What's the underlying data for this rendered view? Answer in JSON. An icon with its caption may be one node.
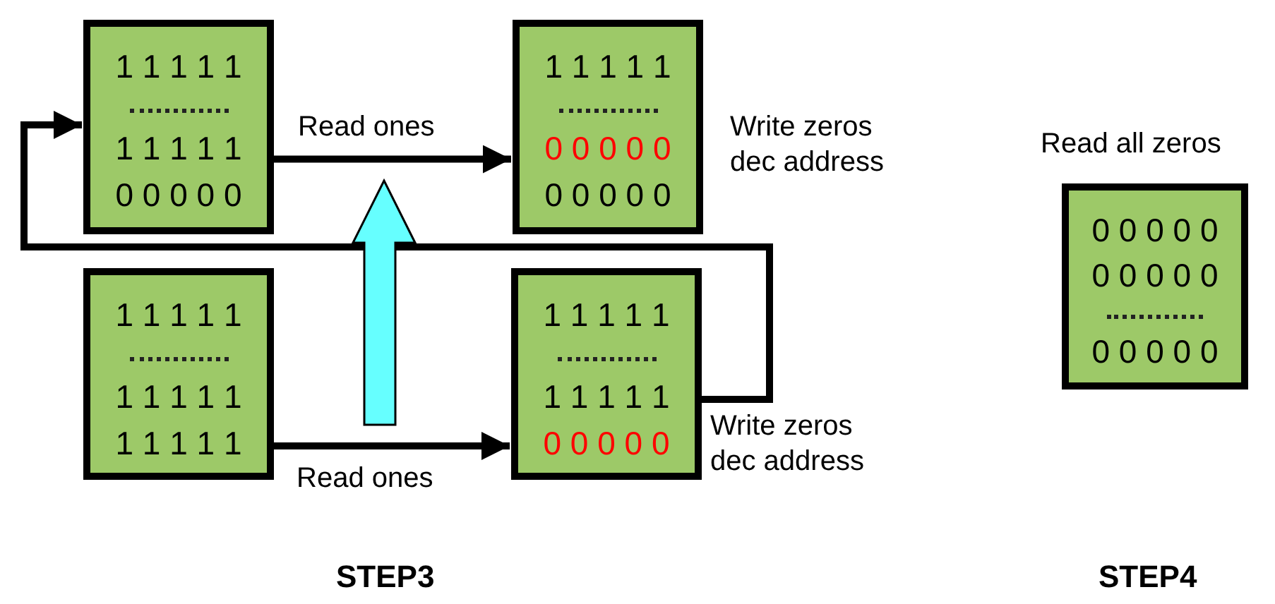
{
  "diagram": {
    "nodes": [
      {
        "text": [
          "1 1 1 1 1",
          "1 1 1 1 1",
          "0 0 0 0 0"
        ]
      },
      {
        "text": [
          "1 1 1 1 1",
          "0 0 0 0 0",
          "0 0 0 0 0"
        ],
        "beside": [
          "Write zeros dec address"
        ]
      },
      {
        "text": [
          "1 1 1 1 1",
          "1 1 1 1 1",
          "1 1 1 1 1"
        ]
      },
      {
        "text": [
          "1 1 1 1 1",
          "1 1 1 1 1",
          "0 0 0 0 0"
        ],
        "beside": [
          "Write zeros dec address"
        ]
      },
      {
        "text": [
          "0 0 0 0 0",
          "0 0 0 0 0",
          "0 0 0 0 0"
        ],
        "beside": [
          "Read all zeros"
        ]
      }
    ],
    "edges": [
      {
        "from": 0,
        "to": 1,
        "arrow": "to",
        "label": "Read ones"
      },
      {
        "from": 2,
        "to": 3,
        "arrow": "to",
        "label": "Read ones"
      },
      {
        "from": 3,
        "to": 0,
        "arrow": "to"
      }
    ],
    "labels": [
      "STEP3",
      "STEP4"
    ]
  }
}
